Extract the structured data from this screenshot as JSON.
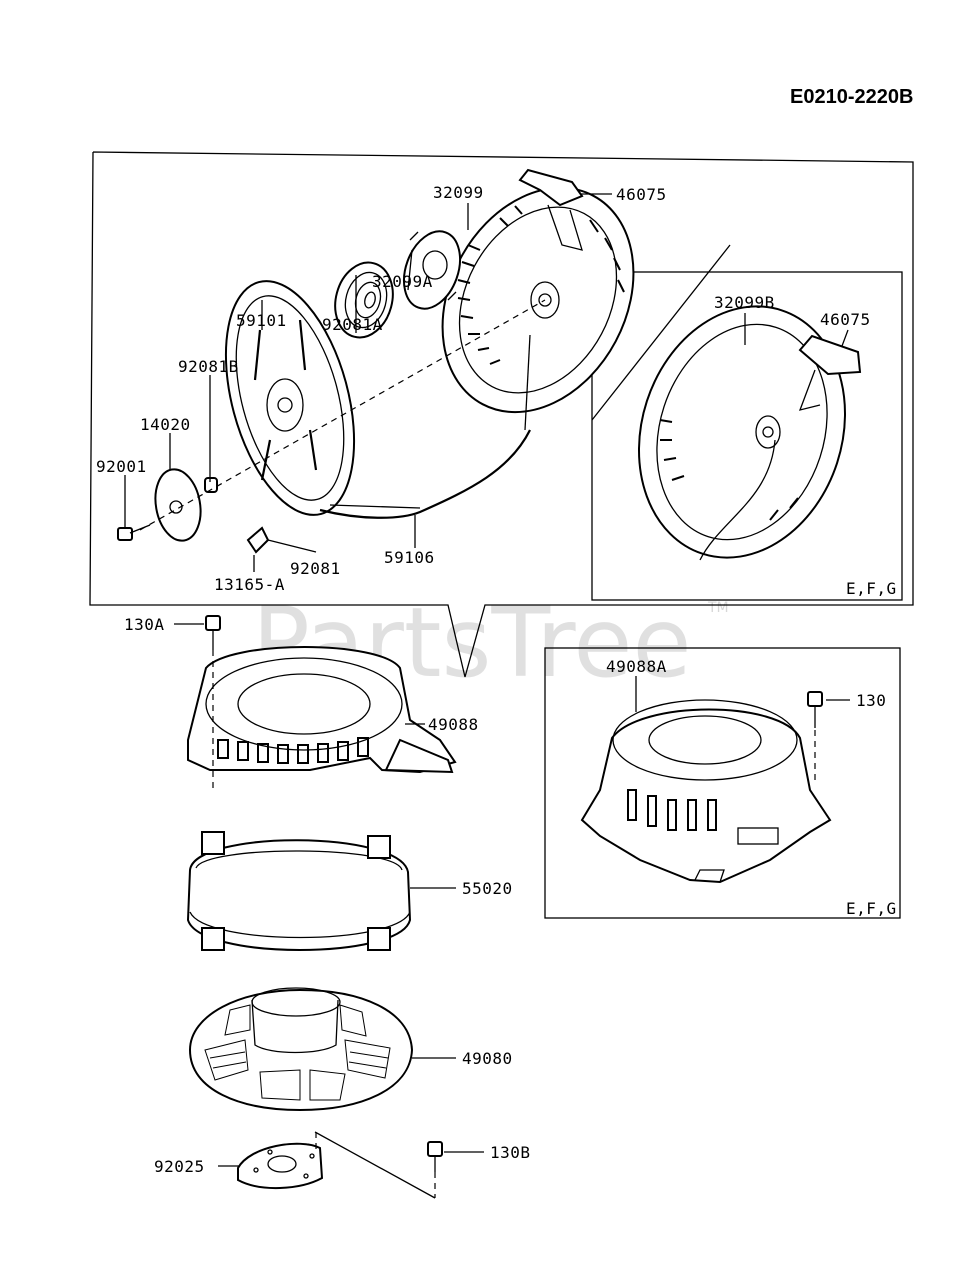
{
  "diagram_code": "E0210-2220B",
  "watermark": "PartsTree",
  "watermark_tm": "TM",
  "labels": {
    "p46075_top": "46075",
    "p32099": "32099",
    "p32099A": "32099A",
    "p92081A": "92081A",
    "p59101": "59101",
    "p92081B": "92081B",
    "p14020": "14020",
    "p92001": "92001",
    "p92081": "92081",
    "p13165A": "13165-A",
    "p59106": "59106",
    "p32099B": "32099B",
    "p46075_inset": "46075",
    "p130A": "130A",
    "p49088": "49088",
    "p49088A": "49088A",
    "p130": "130",
    "p55020": "55020",
    "p49080": "49080",
    "p92025": "92025",
    "p130B": "130B"
  },
  "variant_notes": {
    "inset_top": "E,F,G",
    "inset_bottom": "E,F,G"
  }
}
